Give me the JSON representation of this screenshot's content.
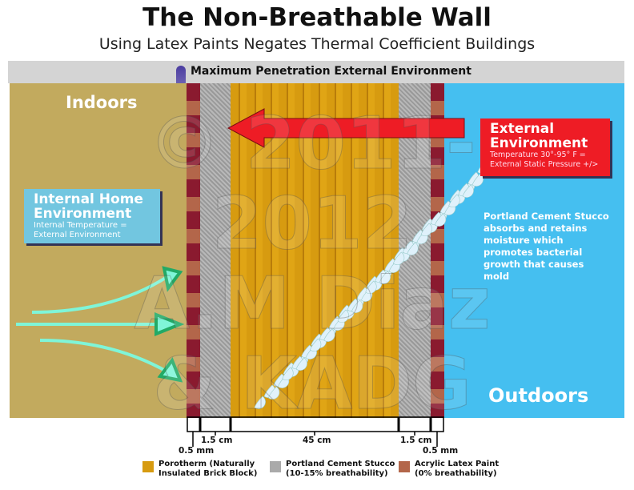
{
  "title": "The Non-Breathable Wall",
  "subtitle": "Using Latex Paints Negates Thermal Coefficient Buildings",
  "band": "Maximum Penetration External Environment",
  "indoors": "Indoors",
  "outdoors": "Outdoors",
  "internal_box": {
    "heading1": "Internal Home",
    "heading2": "Environment",
    "line1": "Internal Temperature =",
    "line2": "External Environment"
  },
  "external_box": {
    "heading1": "External",
    "heading2": "Environment",
    "line1": "Temperature 30°-95° F =",
    "line2": "External Static Pressure +/>"
  },
  "mold_note": "Portland Cement Stucco absorbs and retains moisture which promotes bacterial growth that causes mold",
  "watermark": [
    "© 2011-2012",
    "A.M Diaz",
    "& KADG"
  ],
  "dimensions": {
    "paint_left": "0.5 mm",
    "stucco_left": "1.5 cm",
    "brick": "45 cm",
    "stucco_right": "1.5 cm",
    "paint_right": "0.5 mm"
  },
  "legend": [
    {
      "line1": "Porotherm (Naturally",
      "line2": "Insulated Brick Block)",
      "color": "#d79b10"
    },
    {
      "line1": "Portland Cement Stucco",
      "line2": "(10-15% breathability)",
      "color": "#aaaaaa"
    },
    {
      "line1": "Acrylic Latex Paint",
      "line2": "(0% breathability)",
      "color": "#b3664a"
    }
  ]
}
